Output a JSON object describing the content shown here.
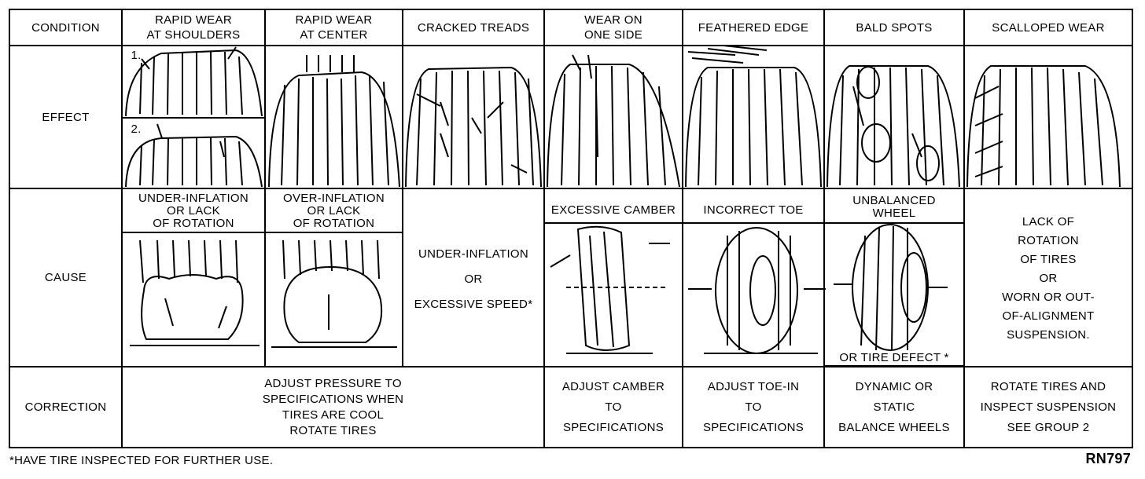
{
  "headers": {
    "condition": "CONDITION",
    "shoulders": [
      "RAPID WEAR",
      "AT SHOULDERS"
    ],
    "center": [
      "RAPID WEAR",
      "AT CENTER"
    ],
    "cracked": "CRACKED TREADS",
    "one_side": [
      "WEAR ON",
      "ONE SIDE"
    ],
    "feathered": "FEATHERED EDGE",
    "bald": "BALD SPOTS",
    "scalloped": "SCALLOPED WEAR"
  },
  "row_labels": {
    "effect": "EFFECT",
    "cause": "CAUSE",
    "correction": "CORRECTION"
  },
  "effect_markers": {
    "first": "1.",
    "second": "2."
  },
  "causes": {
    "shoulders": [
      "UNDER-INFLATION",
      "OR LACK",
      "OF ROTATION"
    ],
    "center": [
      "OVER-INFLATION",
      "OR LACK",
      "OF ROTATION"
    ],
    "cracked": [
      "UNDER-INFLATION",
      "OR",
      "EXCESSIVE SPEED*"
    ],
    "one_side": "EXCESSIVE CAMBER",
    "feathered": "INCORRECT TOE",
    "bald_top": [
      "UNBALANCED",
      "WHEEL"
    ],
    "bald_bottom": "OR TIRE DEFECT *",
    "scalloped": [
      "LACK OF",
      "ROTATION",
      "OF TIRES",
      "OR",
      "WORN OR OUT-",
      "OF-ALIGNMENT",
      "SUSPENSION."
    ]
  },
  "corrections": {
    "pressure": [
      "ADJUST PRESSURE TO",
      "SPECIFICATIONS WHEN",
      "TIRES ARE COOL",
      "ROTATE TIRES"
    ],
    "camber": [
      "ADJUST CAMBER",
      "TO",
      "SPECIFICATIONS"
    ],
    "toe": [
      "ADJUST TOE-IN",
      "TO",
      "SPECIFICATIONS"
    ],
    "balance": [
      "DYNAMIC OR",
      "STATIC",
      "BALANCE WHEELS"
    ],
    "rotate": [
      "ROTATE TIRES AND",
      "INSPECT SUSPENSION",
      "SEE GROUP 2"
    ]
  },
  "footnote": "*HAVE TIRE INSPECTED FOR FURTHER USE.",
  "figure_code": "RN797"
}
